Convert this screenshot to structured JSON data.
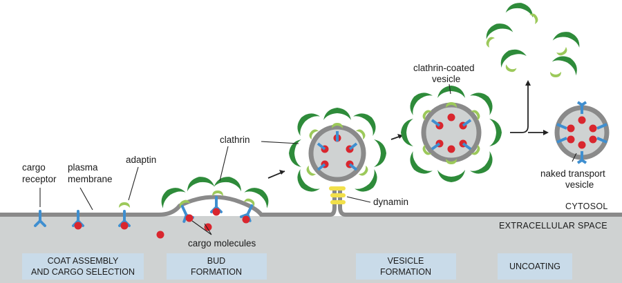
{
  "labels": {
    "cargo_receptor": [
      "cargo",
      "receptor"
    ],
    "plasma_membrane": [
      "plasma",
      "membrane"
    ],
    "adaptin": "adaptin",
    "clathrin": "clathrin",
    "dynamin": "dynamin",
    "clathrin_coated_vesicle": [
      "clathrin-coated",
      "vesicle"
    ],
    "naked_transport_vesicle": [
      "naked transport",
      "vesicle"
    ],
    "cargo_molecules": "cargo molecules",
    "cytosol": "CYTOSOL",
    "extracellular_space": "EXTRACELLULAR SPACE"
  },
  "stages": [
    {
      "lines": [
        "COAT ASSEMBLY",
        "AND CARGO SELECTION"
      ]
    },
    {
      "lines": [
        "BUD",
        "FORMATION"
      ]
    },
    {
      "lines": [
        "VESICLE",
        "FORMATION"
      ]
    },
    {
      "lines": [
        "UNCOATING"
      ]
    }
  ],
  "colors": {
    "clathrin": "#2e8b3a",
    "adaptin": "#9cc95a",
    "receptor": "#3f8fd0",
    "cargo": "#d9262e",
    "dynamin": "#f2e04a",
    "membrane": "#8a8a8a",
    "extracellular": "#cfd2d2",
    "stage_box": "#c9dbe9"
  }
}
